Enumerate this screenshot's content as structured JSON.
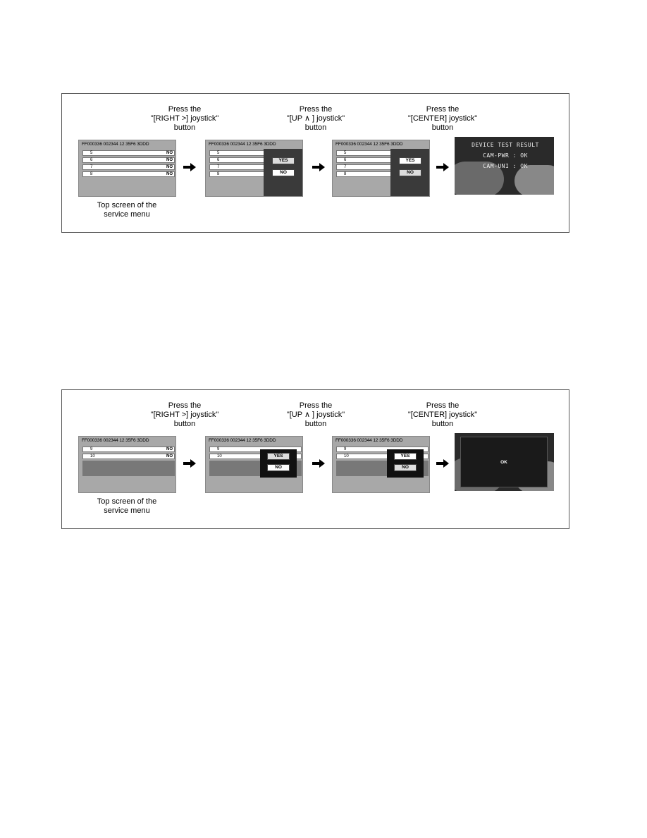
{
  "captions": {
    "step1": [
      "Press the",
      "\"[RIGHT >] joystick\"",
      "button"
    ],
    "step2": [
      "Press the",
      "\"[UP ∧ ] joystick\"",
      "button"
    ],
    "step3": [
      "Press the",
      "\"[CENTER] joystick\"",
      "button"
    ],
    "top_screen": [
      "Top screen of the",
      "service menu"
    ]
  },
  "header_code": "FF000336 002344 12 35F6 3DDD",
  "panel1": {
    "rows": [
      {
        "num": "5",
        "val": "NO"
      },
      {
        "num": "6",
        "val": "NO"
      },
      {
        "num": "7",
        "val": "NO"
      },
      {
        "num": "8",
        "val": "NO"
      }
    ],
    "result_lines": [
      "DEVICE TEST RESULT",
      "CAM-PWR : OK",
      "CAM-UNI : OK"
    ]
  },
  "panel2": {
    "rows": [
      {
        "num": "9",
        "val": "NO"
      },
      {
        "num": "10",
        "val": "NO"
      }
    ],
    "result": "OK"
  },
  "dialog": {
    "yes": "YES",
    "no": "NO",
    "side_label": "NO"
  }
}
